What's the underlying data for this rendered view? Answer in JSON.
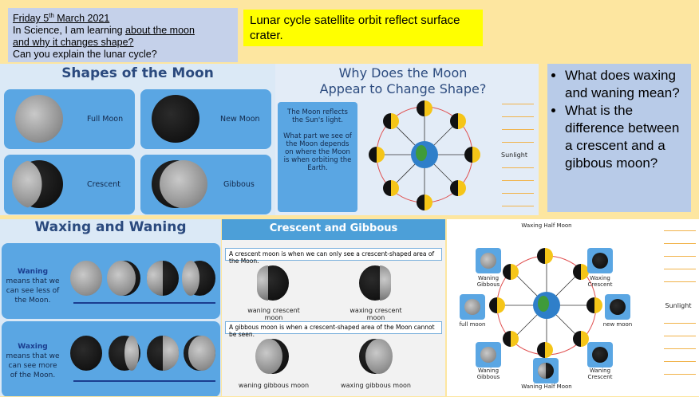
{
  "header": {
    "date_prefix": "Friday 5",
    "date_sup": "th",
    "date_suffix": " March 2021",
    "line2a": "In Science, I am learning ",
    "line2b": "about the moon",
    "line3": "and why it changes shape?",
    "line4": "Can you explain the lunar cycle?"
  },
  "vocab": "Lunar cycle satellite orbit reflect surface crater.",
  "shapes": {
    "title": "Shapes of the Moon",
    "cards": [
      "Full Moon",
      "New Moon",
      "Crescent",
      "Gibbous"
    ]
  },
  "why": {
    "title1": "Why Does the Moon",
    "title2": "Appear to Change Shape?",
    "text1": "The Moon reflects the Sun's light.",
    "text2": "What part we see of the Moon depends on where the Moon is when orbiting the Earth.",
    "sunlight": "Sunlight"
  },
  "questions": [
    "What does waxing and waning mean?",
    "What is the difference between a crescent and a gibbous moon?"
  ],
  "waxwane": {
    "title": "Waxing and Waning",
    "waning_bold": "Waning",
    "waning_rest": " means that we can see less of the Moon.",
    "waxing_bold": "Waxing",
    "waxing_rest": " means that we can see more of the Moon."
  },
  "cg": {
    "title": "Crescent and Gibbous",
    "crescent_def": "A crescent moon is when we can only see a crescent-shaped area of the Moon.",
    "gibbous_def": "A gibbous moon is when a crescent-shaped area of the Moon cannot be seen.",
    "captions": [
      "waning crescent moon",
      "waxing crescent moon",
      "waning gibbous moon",
      "waxing gibbous moon"
    ]
  },
  "orbit": {
    "top": "Waxing Half Moon",
    "bottom": "Waning Half Moon",
    "waning_gibbous_top": "Waning Gibbous",
    "waxing_crescent_top": "Waxing Crescent",
    "full": "full moon",
    "new": "new moon",
    "waning_gibbous_bottom": "Waning Gibbous",
    "waning_crescent_bottom": "Waning Crescent",
    "sunlight": "Sunlight"
  }
}
